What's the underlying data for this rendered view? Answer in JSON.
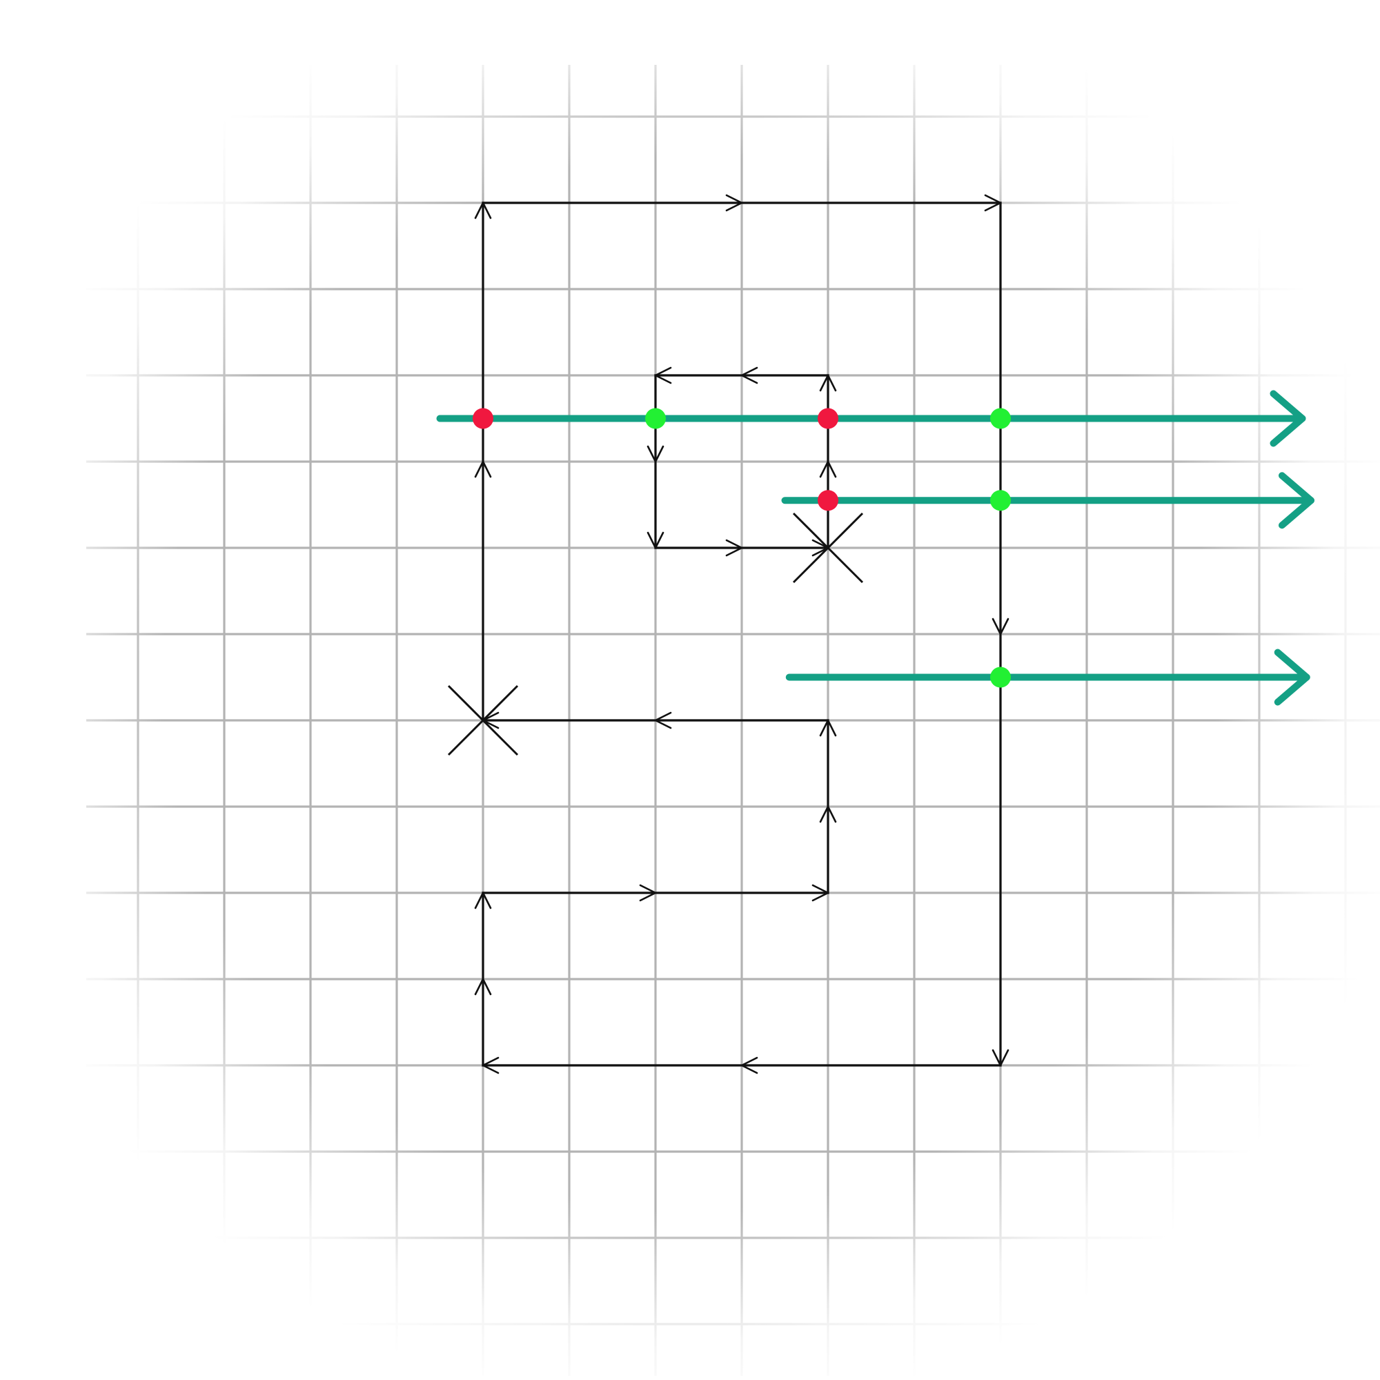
{
  "colors": {
    "background": "#ffffff",
    "grid": "#b3b3b3",
    "path": "#111111",
    "ray": "#14a085",
    "point_inside": "#f0183f",
    "point_outside": "#22f033"
  },
  "grid": {
    "columns": 14,
    "rows": 14
  },
  "path_nodes": [
    [
      4,
      1
    ],
    [
      10,
      1
    ],
    [
      10,
      11
    ],
    [
      4,
      11
    ],
    [
      4,
      9
    ],
    [
      8,
      9
    ],
    [
      8,
      7
    ],
    [
      4,
      7
    ],
    [
      4,
      1
    ]
  ],
  "inner_loop_nodes": [
    [
      8,
      3
    ],
    [
      6,
      3
    ],
    [
      6,
      5
    ],
    [
      8,
      5
    ],
    [
      8,
      3
    ]
  ],
  "crossings": [
    [
      4,
      7
    ],
    [
      8,
      5
    ]
  ],
  "rays": [
    {
      "from": [
        3.5,
        3.5
      ],
      "to": [
        13.5,
        3.5
      ]
    },
    {
      "from": [
        7.5,
        4.45
      ],
      "to": [
        13.6,
        4.45
      ]
    },
    {
      "from": [
        7.55,
        6.5
      ],
      "to": [
        13.55,
        6.5
      ]
    }
  ],
  "intersection_points": [
    {
      "at": [
        4,
        3.5
      ],
      "kind": "inside"
    },
    {
      "at": [
        6,
        3.5
      ],
      "kind": "outside"
    },
    {
      "at": [
        8,
        3.5
      ],
      "kind": "inside"
    },
    {
      "at": [
        10,
        3.5
      ],
      "kind": "outside"
    },
    {
      "at": [
        8,
        4.45
      ],
      "kind": "inside"
    },
    {
      "at": [
        10,
        4.45
      ],
      "kind": "outside"
    },
    {
      "at": [
        10,
        6.5
      ],
      "kind": "outside"
    }
  ]
}
